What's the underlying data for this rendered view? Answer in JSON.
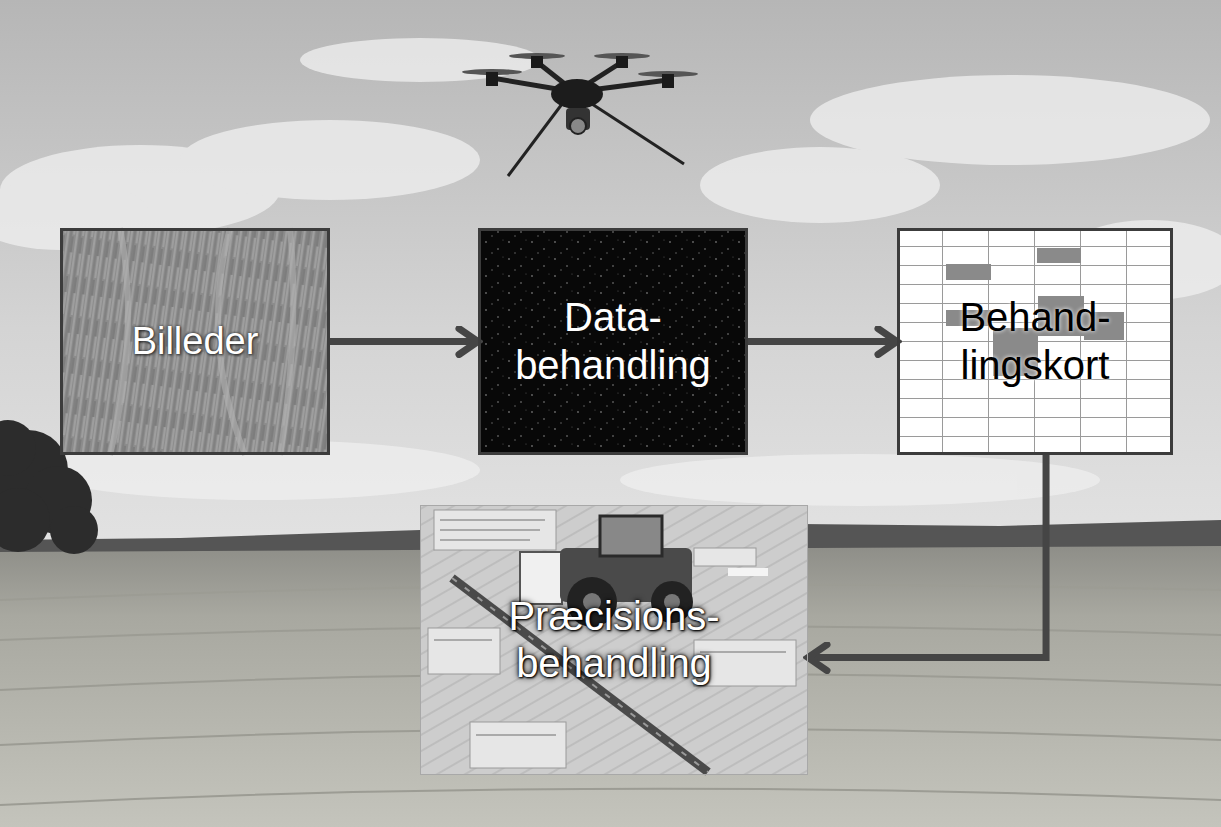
{
  "diagram": {
    "nodes": [
      {
        "text": [
          "Billeder"
        ]
      },
      {
        "text": [
          "Data- behandling"
        ]
      },
      {
        "text": [
          "Behand- lingskort"
        ]
      },
      {
        "text": [
          "Præcisions- behandling"
        ]
      }
    ],
    "edges": [
      {
        "from": 0,
        "to": 1,
        "arrow": "to"
      },
      {
        "from": 1,
        "to": 2,
        "arrow": "to"
      },
      {
        "from": 2,
        "to": 3,
        "arrow": "to"
      }
    ]
  }
}
